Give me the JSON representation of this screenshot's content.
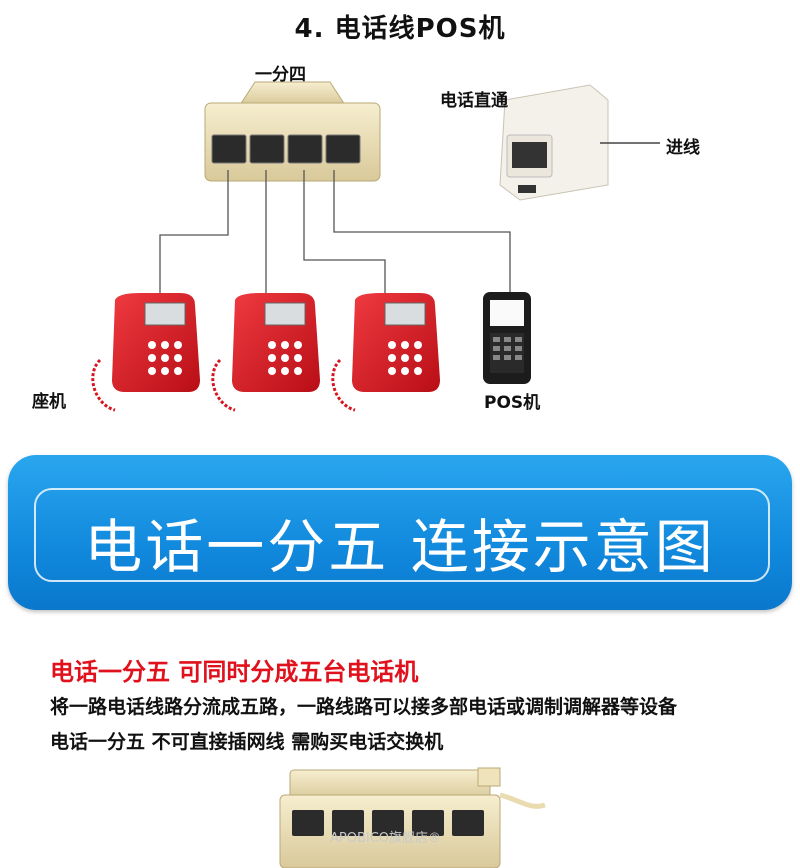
{
  "title": "4. 电话线POS机",
  "labels": {
    "splitter4": "一分四",
    "coupler": "电话直通",
    "incoming": "进线",
    "desk_phone": "座机",
    "pos": "POS机"
  },
  "banner": {
    "text": "电话一分五  连接示意图"
  },
  "headline": "电话一分五  可同时分成五台电话机",
  "desc1": "将一路电话线路分流成五路，一路线路可以接多部电话或调制调解器等设备",
  "desc2": "电话一分五  不可直接插网线  需购买电话交换机",
  "watermark": "APOBICO旗舰店®",
  "colors": {
    "banner": "#1a94e4",
    "accent_red": "#e0111c",
    "phone_red": "#d9141f",
    "beige": "#efe3bb"
  }
}
